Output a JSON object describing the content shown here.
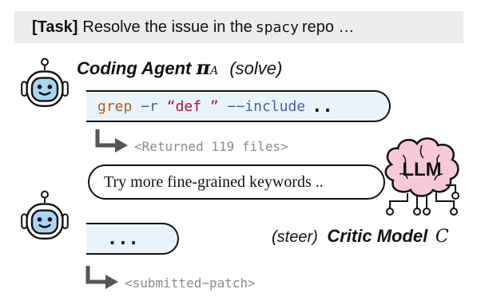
{
  "task": {
    "tag": "[Task]",
    "text_before": "Resolve the issue in the",
    "repo": "spacy",
    "text_after": "repo …"
  },
  "agent": {
    "title": "Coding Agent",
    "symbol": "π",
    "symbol_sub": "A",
    "role": "(solve)"
  },
  "command": {
    "grep": "grep",
    "flag_r": "−r",
    "pattern": "“def ”",
    "flag_include": "−−include",
    "ellipsis": ".."
  },
  "returned": "<Returned 119 files>",
  "critic_message": "Try more fine-grained keywords ..",
  "second_action": "...",
  "critic": {
    "role": "(steer)",
    "title": "Critic Model",
    "symbol": "C",
    "brain_label": "LLM"
  },
  "submitted": "<submitted−patch>",
  "icons": {
    "agent": "robot-icon",
    "critic": "brain-circuit-icon",
    "arrow": "return-arrow-icon"
  },
  "colors": {
    "bubble_fill": "#e9f3fb",
    "robot_face": "#a9d4f2",
    "brain_fill": "#f7c9d6",
    "task_bar": "#ececec"
  }
}
